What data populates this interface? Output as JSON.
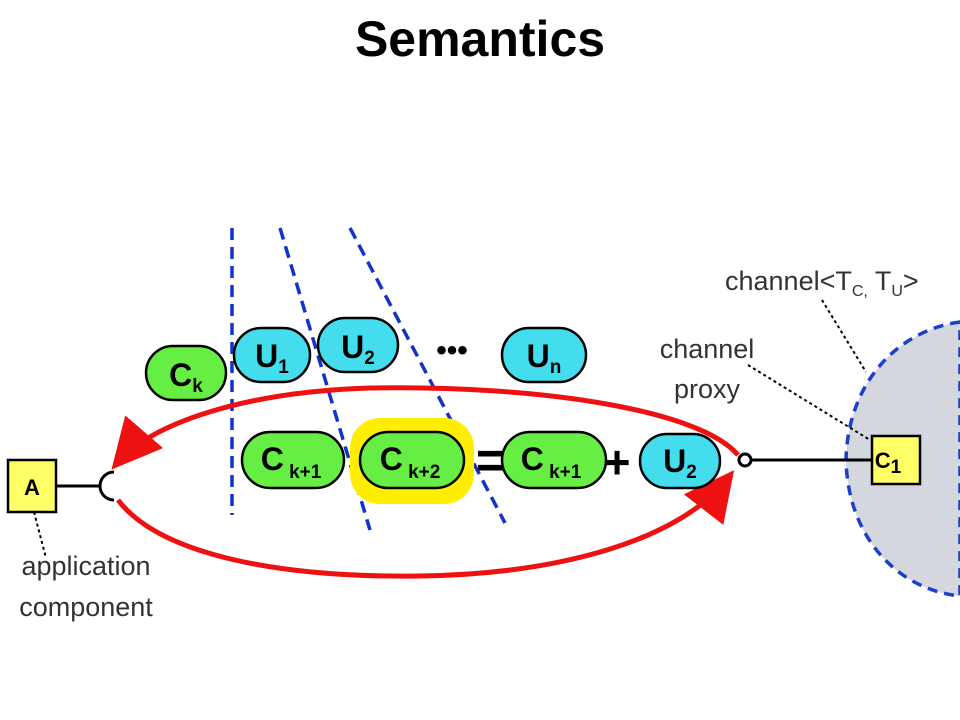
{
  "title": "Semantics",
  "labels": {
    "channel_type": {
      "prefix": "channel<T",
      "c_sub": "C,",
      "space": " T",
      "u_sub": "U",
      "suffix": ">"
    },
    "channel_proxy_line1": "channel",
    "channel_proxy_line2": "proxy",
    "application_line1": "application",
    "application_line2": "component",
    "ellipsis": "•••",
    "equals": "=",
    "plus": "+"
  },
  "components": {
    "app_box": "A",
    "channel_box": {
      "main": "C",
      "sub": "1"
    }
  },
  "pills": {
    "ck": {
      "main": "C",
      "sub": "k"
    },
    "u1": {
      "main": "U",
      "sub": "1"
    },
    "u2": {
      "main": "U",
      "sub": "2"
    },
    "un": {
      "main": "U",
      "sub": "n"
    },
    "ck1_left": {
      "main": "C",
      "sub": " k+1"
    },
    "ck2": {
      "main": "C",
      "sub": " k+2"
    },
    "ck1_right": {
      "main": "C",
      "sub": " k+1"
    },
    "u2_bottom": {
      "main": "U",
      "sub": "2"
    }
  },
  "colors": {
    "green_pill": "#66ee44",
    "cyan_pill": "#44ddee",
    "yellow_box": "#ffff66",
    "highlight": "#ffee00",
    "red_arrow": "#ee1111",
    "blue_dash": "#1133cc",
    "gray_region": "#d4d8de"
  }
}
